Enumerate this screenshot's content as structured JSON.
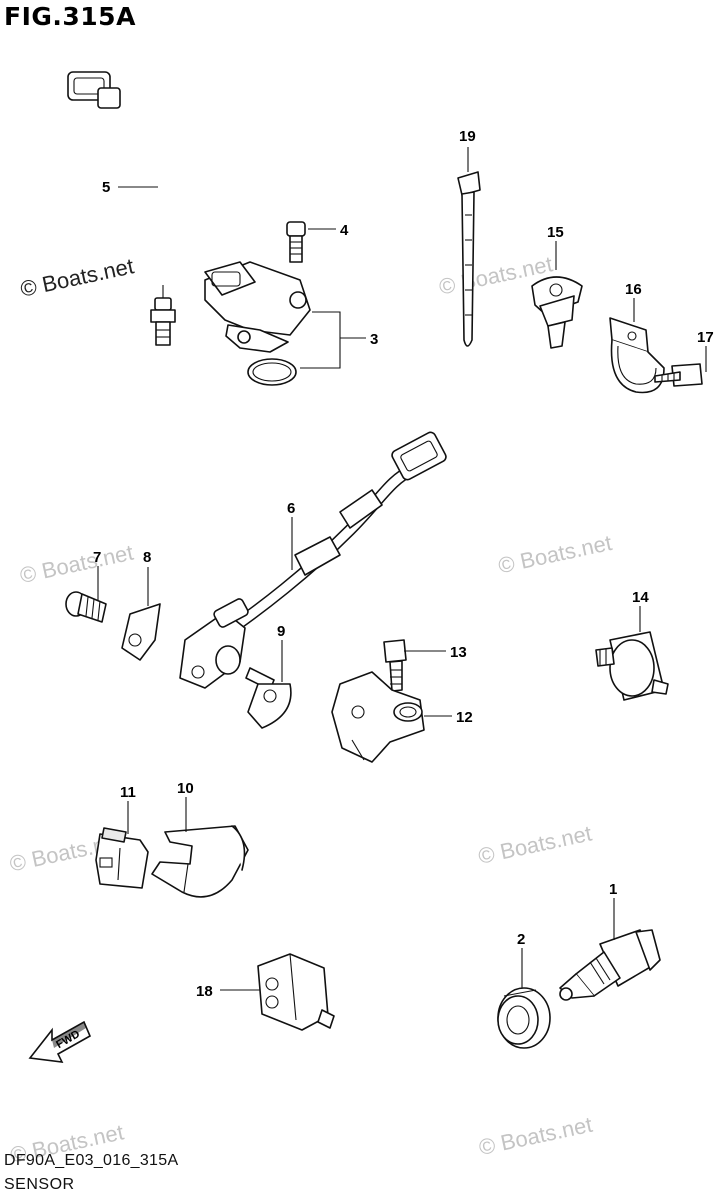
{
  "figure": {
    "title": "FIG.315A"
  },
  "footer": {
    "code": "DF90A_E03_016_315A",
    "subtitle": "SENSOR"
  },
  "watermark": {
    "text": "© Boats.net"
  },
  "fwd_arrow": {
    "label": "FWD"
  },
  "callouts": [
    "1",
    "2",
    "3",
    "4",
    "5",
    "6",
    "7",
    "8",
    "9",
    "10",
    "11",
    "12",
    "13",
    "14",
    "15",
    "16",
    "17",
    "18",
    "19"
  ]
}
